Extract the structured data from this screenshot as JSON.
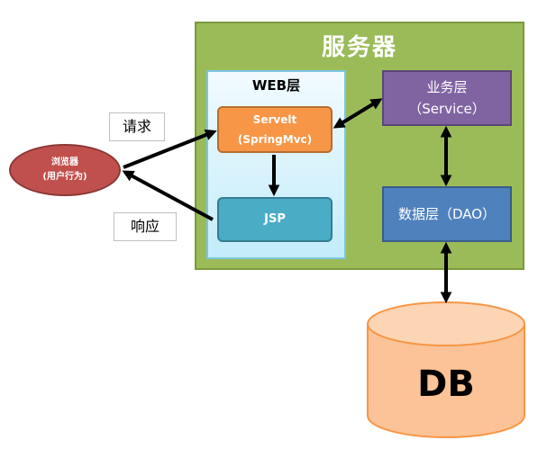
{
  "server": {
    "title": "服务器"
  },
  "web_layer": {
    "title": "WEB层"
  },
  "servlet": {
    "line1": "Servelt",
    "line2": "(SpringMvc)"
  },
  "jsp": {
    "label": "JSP"
  },
  "service": {
    "line1": "业务层",
    "line2": "（Service）"
  },
  "dao": {
    "label": "数据层（DAO）"
  },
  "browser": {
    "line1": "浏览器",
    "line2": "(用户行为)"
  },
  "request": {
    "label": "请求"
  },
  "response": {
    "label": "响应"
  },
  "database": {
    "label": "DB"
  },
  "colors": {
    "server": "#9bbb59",
    "web_layer": "#c3ecfa",
    "servlet": "#f79646",
    "jsp": "#4bacc6",
    "service": "#8064a2",
    "dao": "#4f81bd",
    "browser": "#c0504d",
    "database": "#fbc397"
  }
}
